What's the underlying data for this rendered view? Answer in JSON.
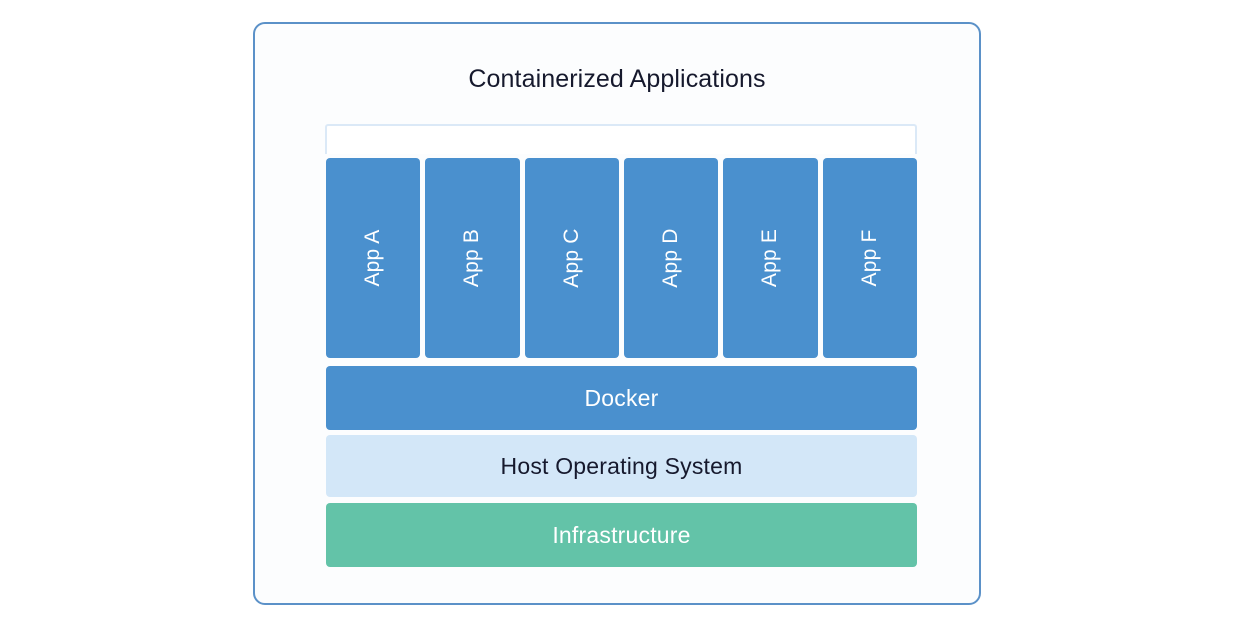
{
  "diagram": {
    "title": "Containerized Applications",
    "type": "stacked-architecture-layers",
    "colors": {
      "card_border": "#5b91c8",
      "card_background": "#fcfdfe",
      "page_background": "#ffffff",
      "app_box": "#4a90ce",
      "app_box_text": "#ffffff",
      "group_outline": "#dbe9f7",
      "docker": "#4a90ce",
      "docker_text": "#ffffff",
      "host_os": "#d3e7f8",
      "host_os_text": "#16192d",
      "infrastructure": "#63c3a8",
      "infrastructure_text": "#ffffff",
      "title_text": "#16192d"
    },
    "apps": [
      {
        "label": "App A"
      },
      {
        "label": "App B"
      },
      {
        "label": "App C"
      },
      {
        "label": "App D"
      },
      {
        "label": "App E"
      },
      {
        "label": "App F"
      }
    ],
    "layers": [
      {
        "id": "docker",
        "label": "Docker"
      },
      {
        "id": "host-os",
        "label": "Host Operating System"
      },
      {
        "id": "infrastructure",
        "label": "Infrastructure"
      }
    ]
  }
}
